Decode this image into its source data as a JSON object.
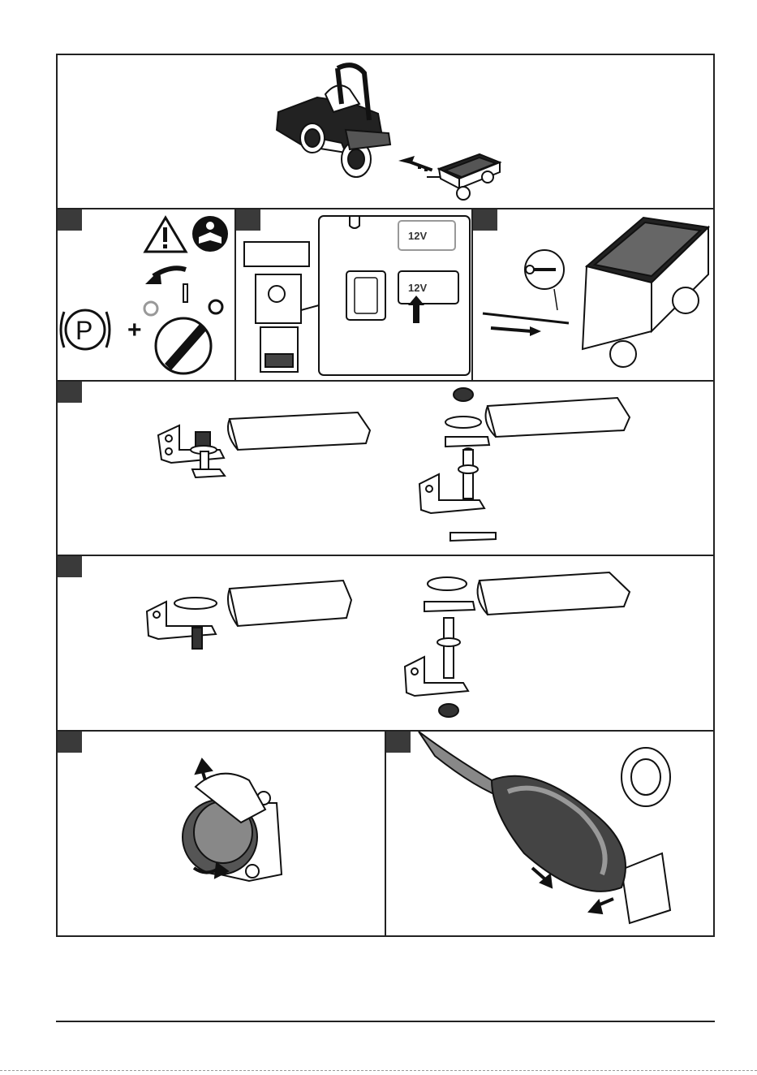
{
  "page": {
    "title": "",
    "footer_text": ""
  },
  "panels": {
    "top": {
      "icon": "mower-with-spreader-illustration"
    },
    "step1": {
      "icons": [
        "warning-icon",
        "read-manual-icon",
        "parking-brake-icon",
        "ignition-key-icon"
      ],
      "plus": "+"
    },
    "step2": {
      "switch_label_a": "12V",
      "switch_label_b": "12V"
    },
    "step3": {
      "icons": [
        "wrench-icon",
        "spreader-icon"
      ]
    },
    "step4": {
      "icons": [
        "bracket-assembly-icon",
        "bracket-exploded-icon"
      ]
    },
    "step5": {
      "icons": [
        "bracket-assembly-icon",
        "bracket-exploded-icon"
      ]
    },
    "step6": {
      "icons": [
        "socket-cap-icon"
      ]
    },
    "step7": {
      "icons": [
        "plug-connect-icon"
      ]
    }
  }
}
